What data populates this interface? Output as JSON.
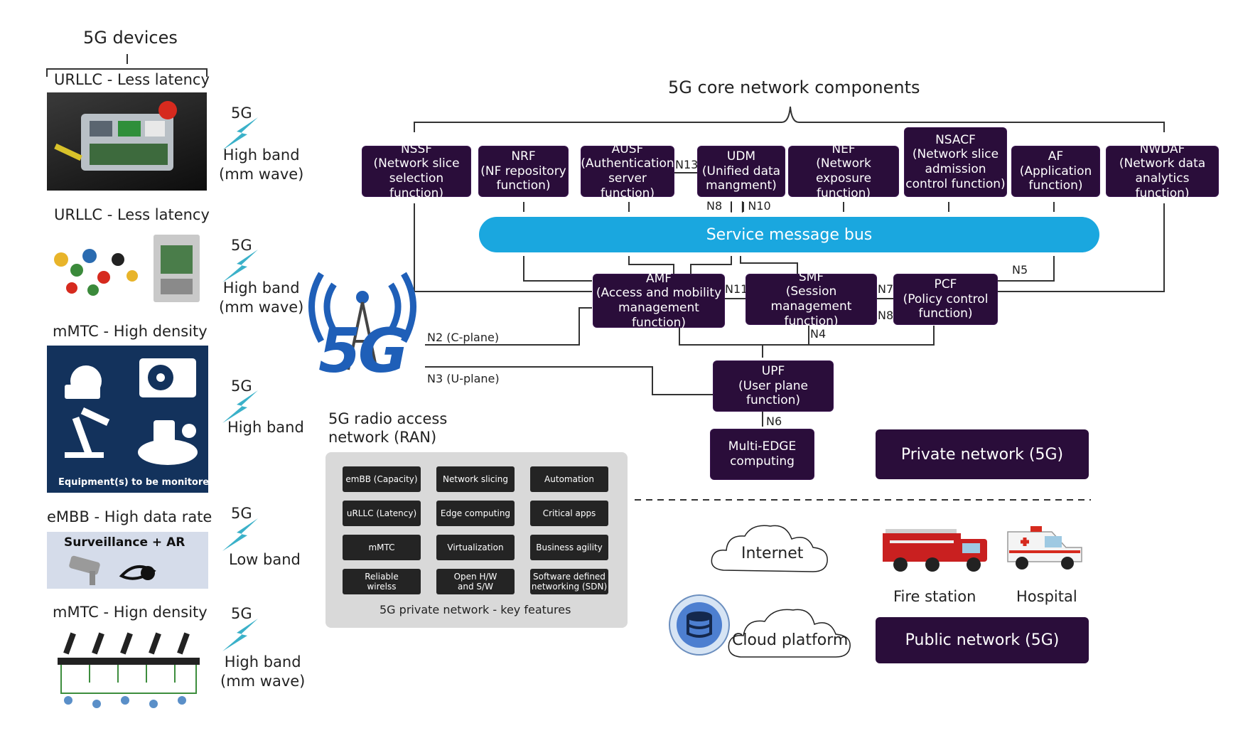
{
  "devices": {
    "title": "5G devices",
    "items": [
      {
        "category": "URLLC - Less latency",
        "band_5g": "5G",
        "band": "High band\n(mm wave)"
      },
      {
        "category": "URLLC - Less latency",
        "band_5g": "5G",
        "band": "High band\n(mm wave)"
      },
      {
        "category": "mMTC - High density",
        "band_5g": "5G",
        "band": "High band",
        "image_caption": "Equipment(s) to be monitored"
      },
      {
        "category": "eMBB - High data rate",
        "band_5g": "5G",
        "band": "Low band",
        "image_caption": "Surveillance + AR"
      },
      {
        "category": "mMTC - Hign density",
        "band_5g": "5G",
        "band": "High band\n(mm wave)"
      }
    ]
  },
  "ran": {
    "logo_text": "5G",
    "title": "5G radio access\nnetwork (RAN)",
    "features": [
      "emBB (Capacity)",
      "Network slicing",
      "Automation",
      "uRLLC (Latency)",
      "Edge computing",
      "Critical apps",
      "mMTC",
      "Virtualization",
      "Business agility",
      "Reliable\nwirelss",
      "Open H/W\nand S/W",
      "Software defined\nnetworking (SDN)"
    ],
    "features_caption": "5G private network - key features"
  },
  "core": {
    "title": "5G core network components",
    "functions_top": [
      {
        "name": "NSSF",
        "desc": "(Network slice\nselection function)"
      },
      {
        "name": "NRF",
        "desc": "(NF repository\nfunction)"
      },
      {
        "name": "AUSF",
        "desc": "(Authentication\nserver function)"
      },
      {
        "name": "UDM",
        "desc": "(Unified data\nmangment)"
      },
      {
        "name": "NEF",
        "desc": "(Network exposure\nfunction)"
      },
      {
        "name": "NSACF",
        "desc": "(Network slice\nadmission\ncontrol function)"
      },
      {
        "name": "AF",
        "desc": "(Application\nfunction)"
      },
      {
        "name": "NWDAF",
        "desc": "(Network data\nanalytics function)"
      }
    ],
    "bus": "Service message bus",
    "amf": {
      "name": "AMF",
      "desc": "(Access and mobility\nmanagement function)"
    },
    "smf": {
      "name": "SMF",
      "desc": "(Session management\nfunction)"
    },
    "pcf": {
      "name": "PCF",
      "desc": "(Policy control\nfunction)"
    },
    "upf": {
      "name": "UPF",
      "desc": "(User plane function)"
    },
    "mec": "Multi-EDGE\ncomputing",
    "interfaces": {
      "n13": "N13",
      "n8_n10": "N8  |  | N10",
      "n5": "N5",
      "n11": "N11",
      "n7": "N7",
      "n8": "N8",
      "n4": "N4",
      "n6": "N6",
      "n2": "N2 (C-plane)",
      "n3": "N3 (U-plane)"
    }
  },
  "networks": {
    "private": "Private network (5G)",
    "public": "Public network (5G)",
    "internet": "Internet",
    "cloud": "Cloud platform",
    "fire": "Fire station",
    "hospital": "Hospital"
  }
}
